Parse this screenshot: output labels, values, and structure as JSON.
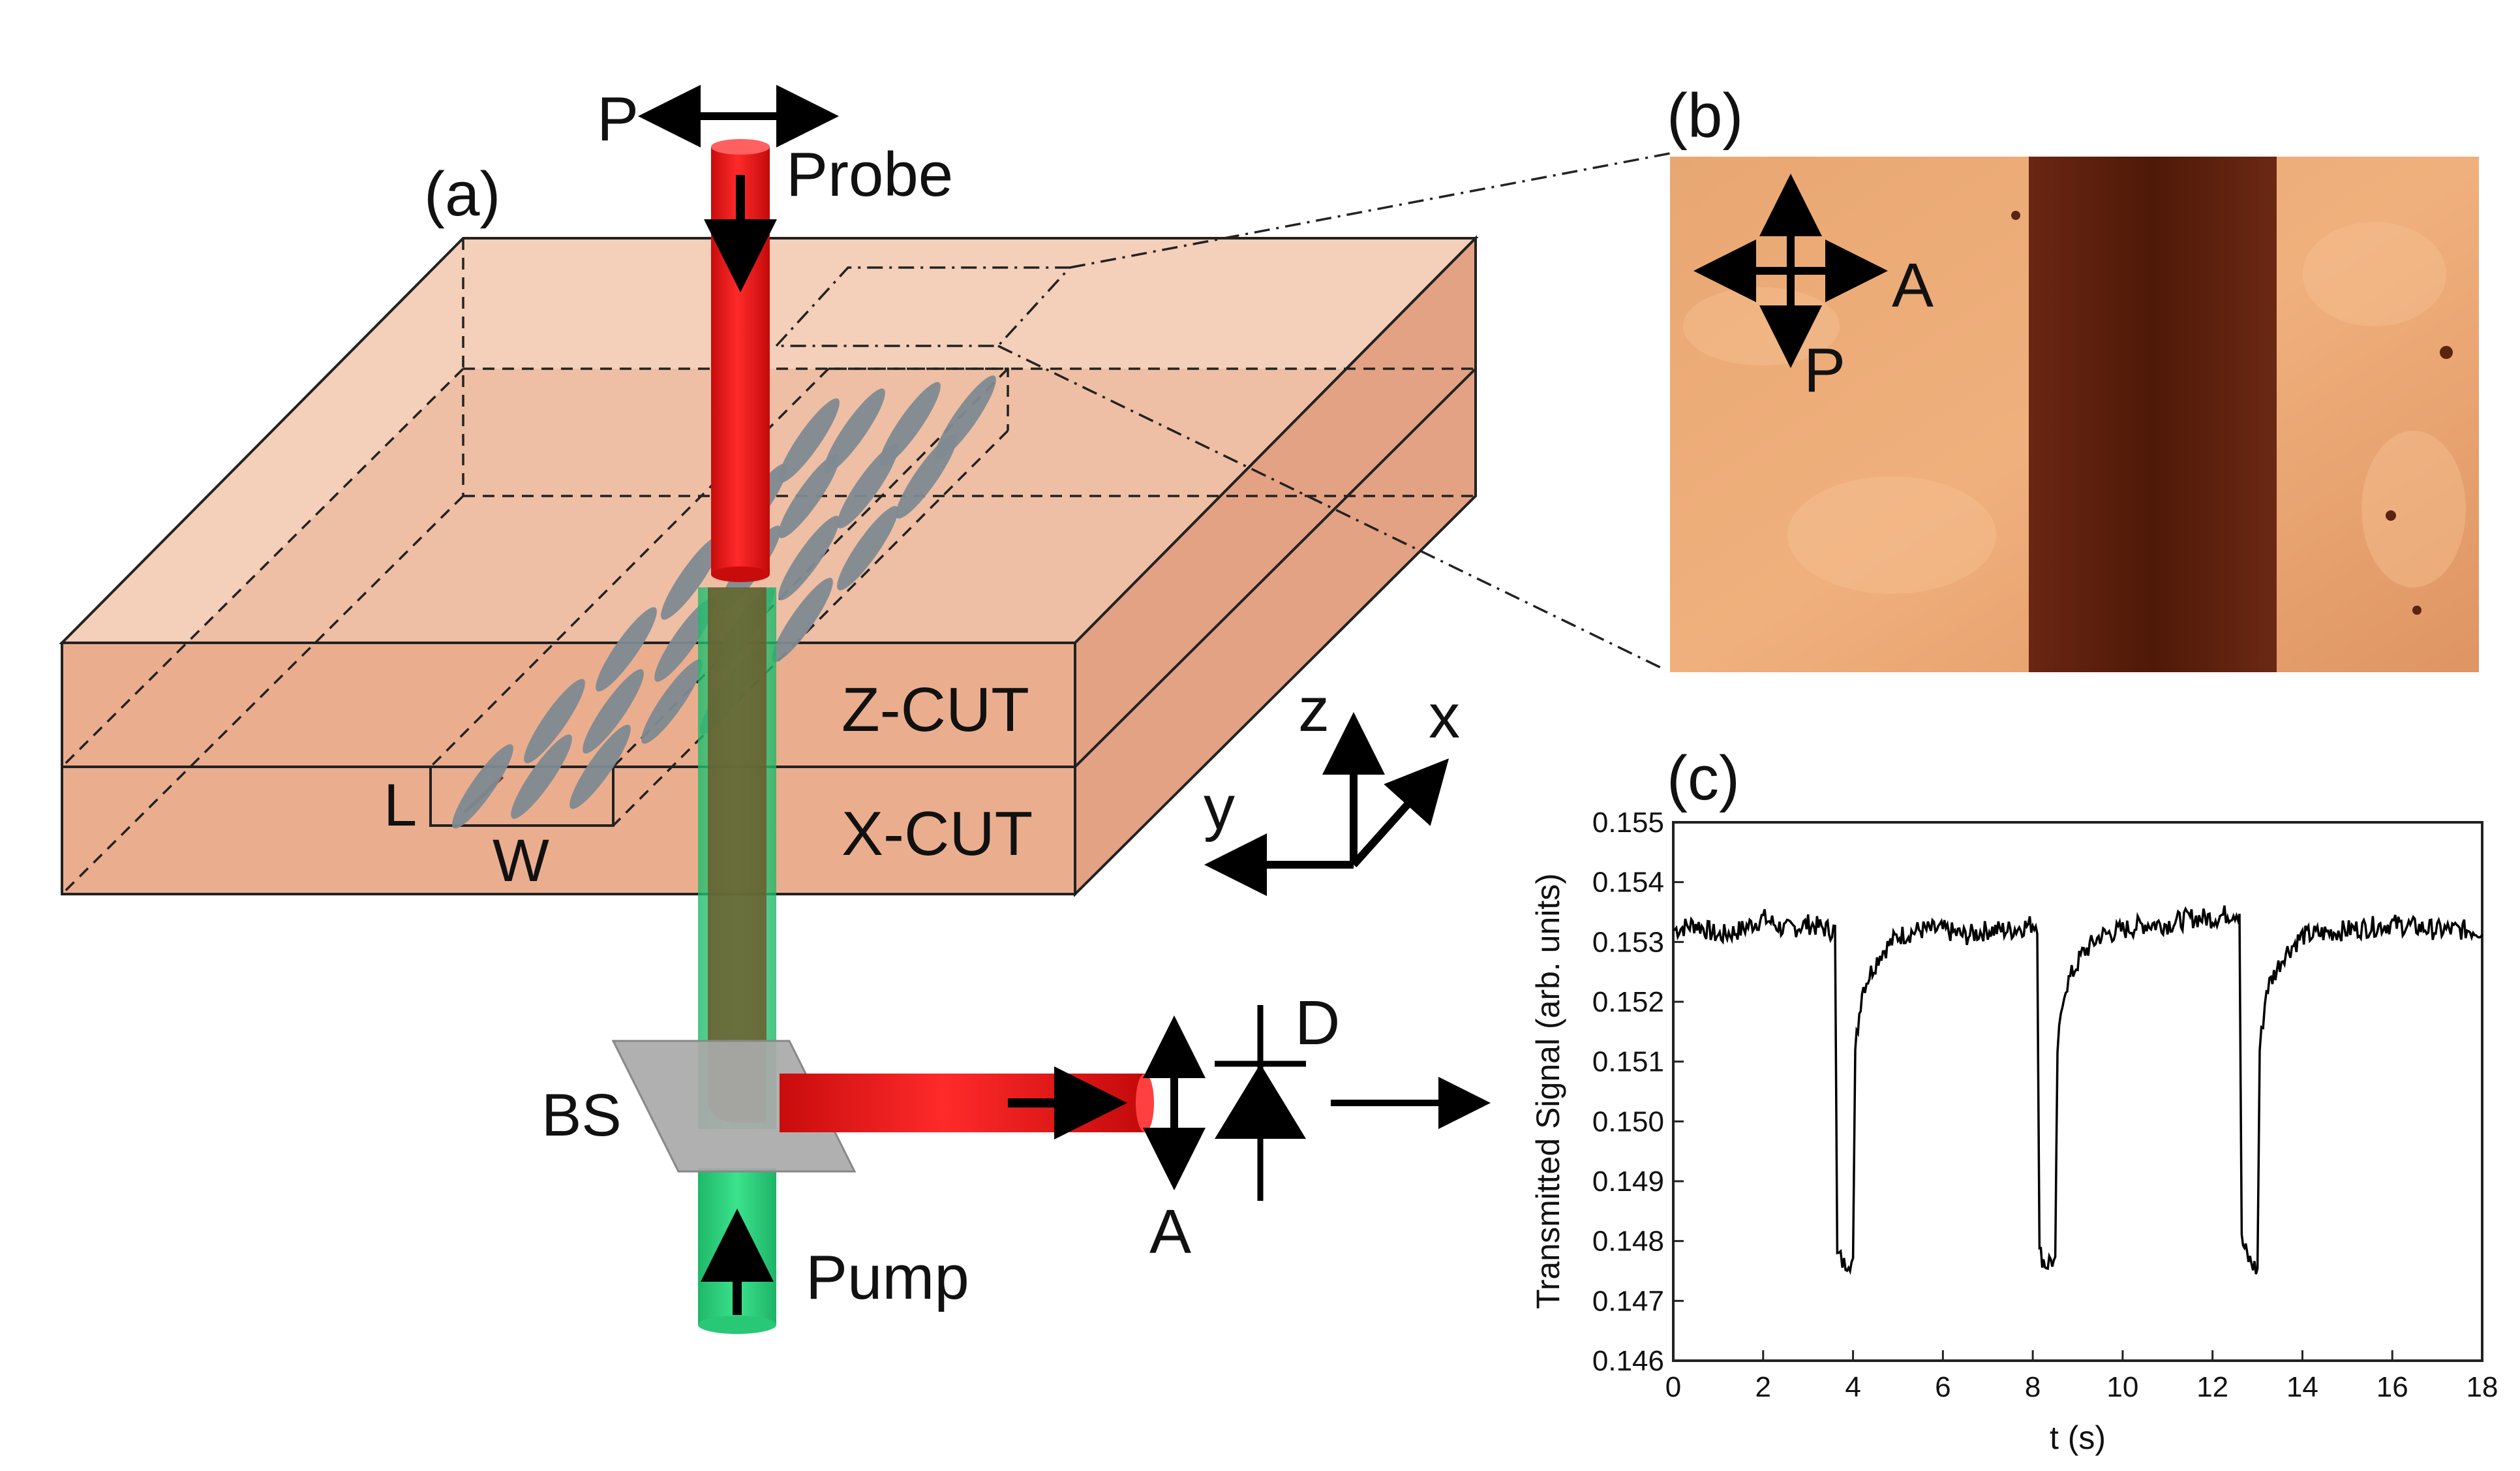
{
  "panels": {
    "a": "(a)",
    "b": "(b)",
    "c": "(c)"
  },
  "labels": {
    "polarizer_top": "P",
    "probe": "Probe",
    "pump": "Pump",
    "beam_splitter": "BS",
    "detector": "D",
    "analyzer_bottom": "A",
    "z_cut": "Z-CUT",
    "x_cut": "X-CUT",
    "length": "L",
    "width": "W",
    "axis_z": "z",
    "axis_x": "x",
    "axis_y": "y",
    "micro_analyzer": "A",
    "micro_polarizer": "P"
  },
  "colors": {
    "slab_top": "#f2c4aa",
    "slab_front": "#e9a98a",
    "probe_beam": "#ee1c1c",
    "pump_beam": "#2ed87f",
    "lc_molecule": "#7d8890",
    "micrograph_bg": "#e9a06e",
    "micrograph_stripe": "#5b1e0c"
  },
  "chart_data": {
    "type": "line",
    "xlabel": "t (s)",
    "ylabel": "Transmitted Signal (arb. units)",
    "xlim": [
      0,
      18
    ],
    "ylim": [
      0.146,
      0.155
    ],
    "xticks": [
      "0",
      "2",
      "4",
      "6",
      "8",
      "10",
      "12",
      "14",
      "16",
      "18"
    ],
    "yticks": [
      "0.146",
      "0.147",
      "0.148",
      "0.149",
      "0.150",
      "0.151",
      "0.152",
      "0.153",
      "0.154",
      "0.155"
    ],
    "series": [
      {
        "x": [
          0,
          0.5,
          1.0,
          1.5,
          2.0,
          2.5,
          3.0,
          3.5,
          3.6,
          3.65,
          3.8,
          3.9,
          4.0,
          4.05,
          4.2,
          4.6,
          5.0,
          5.5,
          6.0,
          6.5,
          7.0,
          7.5,
          8.0,
          8.1,
          8.15,
          8.3,
          8.4,
          8.5,
          8.55,
          8.7,
          9.1,
          9.5,
          10.0,
          10.5,
          11.0,
          11.5,
          12.0,
          12.5,
          12.6,
          12.65,
          12.8,
          12.9,
          13.0,
          13.05,
          13.2,
          13.6,
          14.0,
          15.0,
          16.0,
          17.0,
          18.0
        ],
        "y": [
          0.1532,
          0.1533,
          0.1531,
          0.1532,
          0.1534,
          0.1532,
          0.1533,
          0.1532,
          0.1532,
          0.1478,
          0.1476,
          0.1477,
          0.1476,
          0.1512,
          0.1522,
          0.1528,
          0.1531,
          0.1532,
          0.1532,
          0.1531,
          0.1532,
          0.1532,
          0.1533,
          0.1533,
          0.1478,
          0.1476,
          0.1477,
          0.1476,
          0.1512,
          0.1522,
          0.1528,
          0.1531,
          0.1532,
          0.1533,
          0.1533,
          0.1534,
          0.1534,
          0.1535,
          0.1535,
          0.148,
          0.1477,
          0.1476,
          0.1475,
          0.1512,
          0.1522,
          0.1528,
          0.1531,
          0.1532,
          0.1533,
          0.1532,
          0.1532
        ]
      }
    ]
  }
}
